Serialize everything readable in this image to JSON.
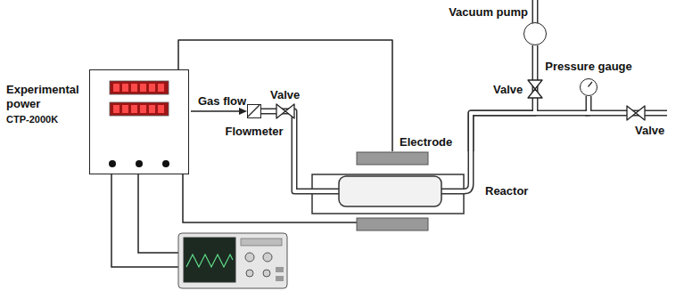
{
  "diagram": {
    "nodes": [
      {
        "text": [
          "Experimental power",
          "CTP-2000K"
        ]
      },
      {
        "text": [
          "Flowmeter"
        ]
      },
      {
        "text": [
          "Reactor"
        ]
      },
      {
        "text": [
          "Vacuum pump"
        ]
      },
      {
        "text": [
          "Pressure gauge"
        ]
      }
    ],
    "edges": [
      {
        "from": 0,
        "to": 2,
        "arrow": "none"
      },
      {
        "from": 1,
        "to": 2,
        "arrow": "none"
      },
      {
        "from": 2,
        "to": 3,
        "arrow": "none"
      },
      {
        "from": 2,
        "to": 4,
        "arrow": "none"
      }
    ],
    "labels": [
      "Gas flow",
      "Valve",
      "Electrode",
      "Valve",
      "Valve"
    ]
  }
}
